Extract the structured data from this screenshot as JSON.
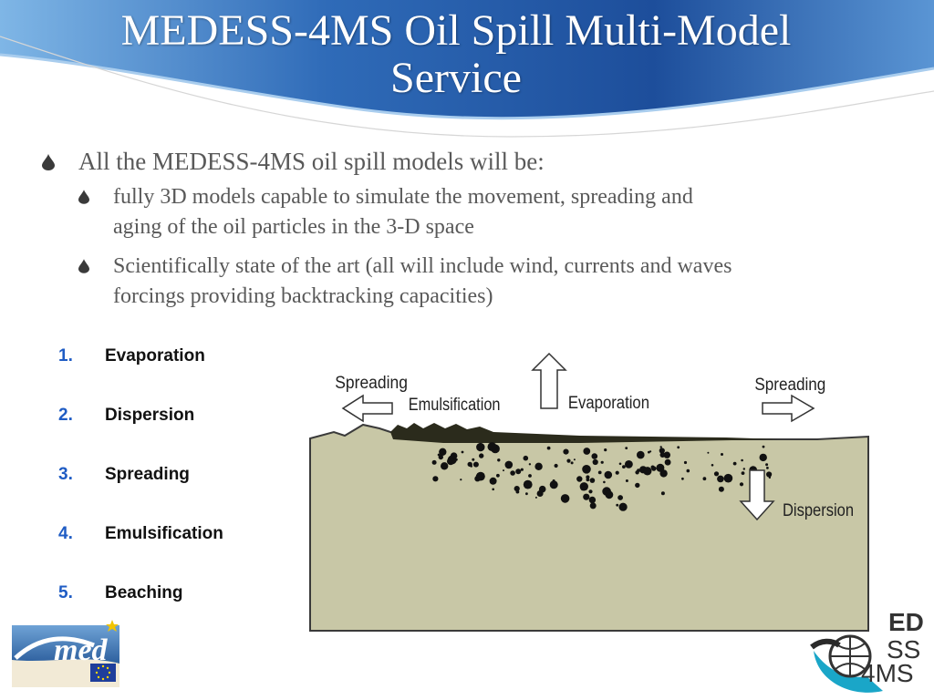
{
  "slide": {
    "title": "MEDESS-4MS Oil Spill Multi-Model Service",
    "title_line1": "MEDESS-4MS Oil Spill Multi-Model",
    "title_line2": "Service"
  },
  "bullets": {
    "main": "All the MEDESS-4MS oil spill models will be:",
    "sub": [
      {
        "line1": "fully 3D models capable to simulate the movement, spreading and",
        "line2": "aging of the oil particles in the 3-D space"
      },
      {
        "line1": "Scientifically state of the art  (all will include wind, currents and waves",
        "line2": "forcings providing backtracking capacities)"
      }
    ]
  },
  "processes": [
    {
      "num": "1.",
      "label": "Evaporation"
    },
    {
      "num": "2.",
      "label": "Dispersion"
    },
    {
      "num": "3.",
      "label": "Spreading"
    },
    {
      "num": "4.",
      "label": "Emulsification"
    },
    {
      "num": "5.",
      "label": "Beaching"
    }
  ],
  "diagram": {
    "spreading_left": "Spreading",
    "emulsification": "Emulsification",
    "evaporation": "Evaporation",
    "spreading_right": "Spreading",
    "dispersion": "Dispersion"
  },
  "logos": {
    "med": "med",
    "medess_1": "ED",
    "medess_2": "SS",
    "medess_3": "4MS"
  },
  "colors": {
    "header_blue": "#1e4f9c",
    "header_light": "#5fa0dc",
    "bullet_text": "#595959",
    "number_blue": "#1f5cc4",
    "sea_khaki": "#c8c7a6"
  }
}
